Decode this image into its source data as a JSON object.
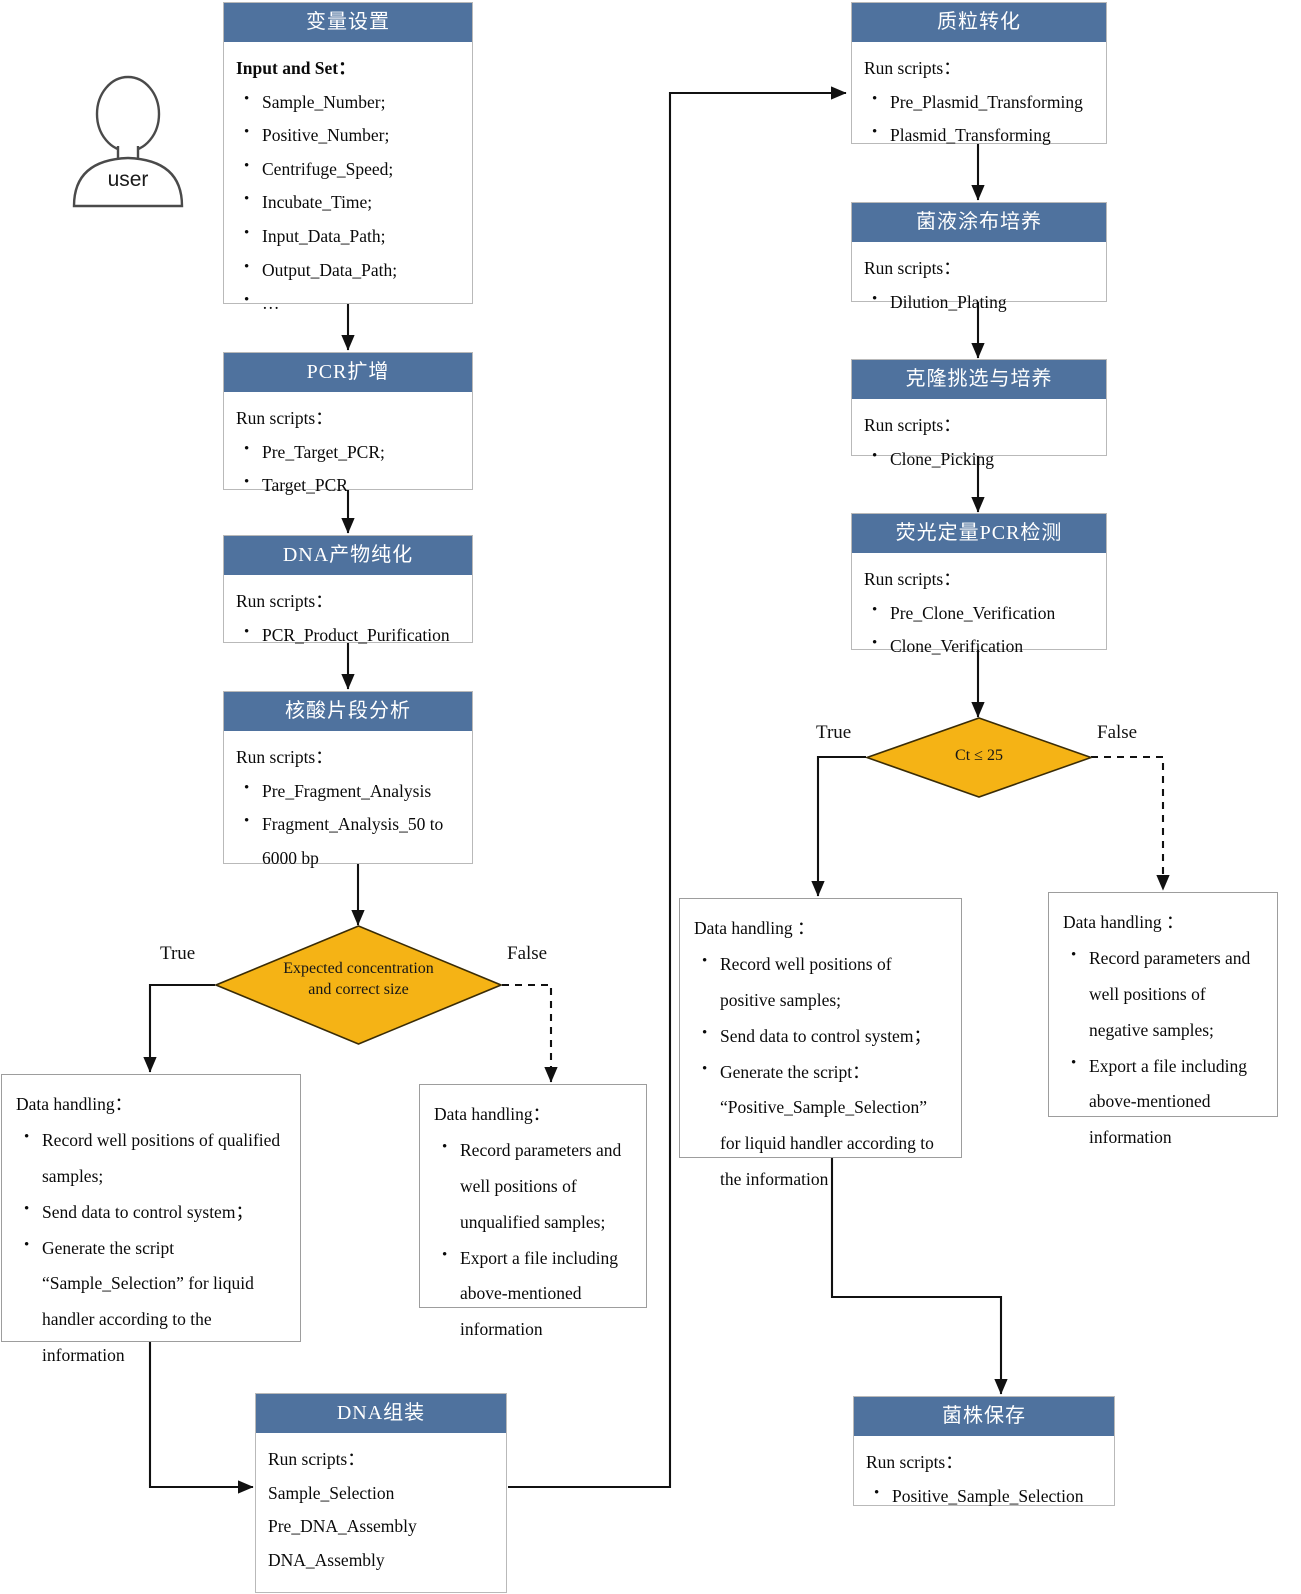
{
  "diagram": {
    "title": "Automated DNA assembly and cloning workflow flowchart",
    "colors": {
      "header_blue": "#4f729e",
      "decision_yellow": "#f5b315",
      "box_border": "#b9b9b9",
      "line": "#111111",
      "page_background": "#ffffff"
    }
  },
  "actor": {
    "label": "user",
    "icon": "user-avatar-icon"
  },
  "nodes": {
    "variable_setup": {
      "title": "变量设置",
      "lead": "Input and Set：",
      "items": [
        "Sample_Number;",
        "Positive_Number;",
        "Centrifuge_Speed;",
        "Incubate_Time;",
        "Input_Data_Path;",
        "Output_Data_Path;",
        "…"
      ]
    },
    "pcr_amplification": {
      "title": "PCR扩增",
      "lead": "Run scripts：",
      "items": [
        "Pre_Target_PCR;",
        "Target_PCR"
      ]
    },
    "dna_purification": {
      "title": "DNA产物纯化",
      "lead": "Run scripts：",
      "items": [
        "PCR_Product_Purification"
      ]
    },
    "fragment_analysis": {
      "title": "核酸片段分析",
      "lead": "Run scripts：",
      "items": [
        "Pre_Fragment_Analysis",
        "Fragment_Analysis_50 to 6000 bp"
      ]
    },
    "dna_assembly": {
      "title": "DNA组装",
      "lead": "Run scripts：",
      "items": [
        "Sample_Selection",
        "Pre_DNA_Assembly",
        "DNA_Assembly"
      ]
    },
    "plasmid_transformation": {
      "title": "质粒转化",
      "lead": "Run scripts：",
      "items": [
        "Pre_Plasmid_Transforming",
        "Plasmid_Transforming"
      ]
    },
    "dilution_plating": {
      "title": "菌液涂布培养",
      "lead": "Run scripts：",
      "items": [
        "Dilution_Plating"
      ]
    },
    "clone_picking": {
      "title": "克隆挑选与培养",
      "lead": "Run scripts：",
      "items": [
        "Clone_Picking"
      ]
    },
    "qpcr_detection": {
      "title": "荧光定量PCR检测",
      "lead": "Run scripts：",
      "items": [
        "Pre_Clone_Verification",
        "Clone_Verification"
      ]
    },
    "strain_preservation": {
      "title": "菌株保存",
      "lead": "Run scripts：",
      "items": [
        "Positive_Sample_Selection"
      ]
    }
  },
  "decisions": {
    "concentration_check": {
      "line1": "Expected concentration",
      "line2": "and correct size",
      "true_label": "True",
      "false_label": "False"
    },
    "ct_check": {
      "line1": "Ct ≤ 25",
      "line2": "",
      "true_label": "True",
      "false_label": "False"
    }
  },
  "data_boxes": {
    "qualified": {
      "lead": "Data handling：",
      "items": [
        "Record well positions of qualified samples;",
        "Send data to control system；",
        "Generate the script “Sample_Selection” for liquid handler according to the information"
      ]
    },
    "unqualified": {
      "lead": "Data handling：",
      "items": [
        "Record parameters and well positions of unqualified samples;",
        "Export a file including above-mentioned information"
      ]
    },
    "positive": {
      "lead": "Data handling ：",
      "items": [
        "Record well positions of positive samples;",
        "Send data to control system；",
        "Generate the script： “Positive_Sample_Selection” for liquid handler according to the information"
      ]
    },
    "negative": {
      "lead": "Data handling ：",
      "items": [
        "Record parameters and well positions of negative samples;",
        "Export a file including above-mentioned information"
      ]
    }
  }
}
